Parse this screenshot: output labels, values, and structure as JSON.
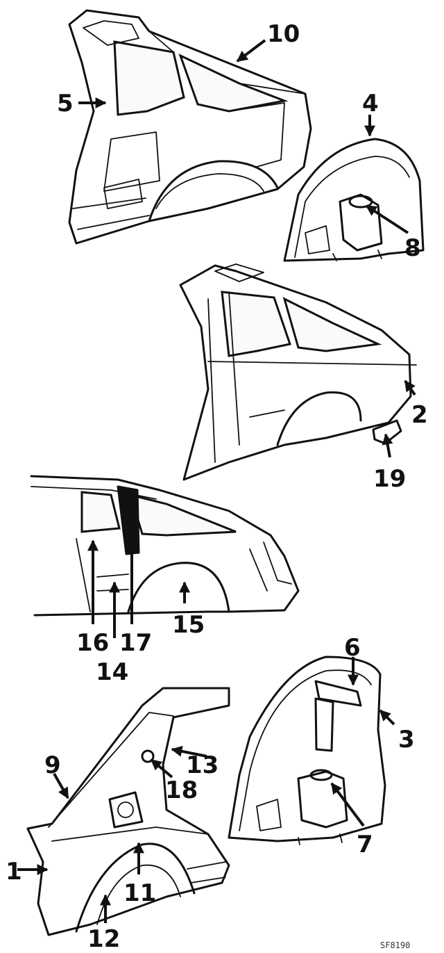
{
  "callouts": {
    "c1": "1",
    "c2": "2",
    "c3": "3",
    "c4": "4",
    "c5": "5",
    "c6": "6",
    "c7": "7",
    "c8": "8",
    "c9": "9",
    "c10": "10",
    "c11": "11",
    "c12": "12",
    "c13": "13",
    "c14": "14",
    "c15": "15",
    "c16": "16",
    "c17": "17",
    "c18": "18",
    "c19": "19"
  },
  "figure_code": "SF8190"
}
